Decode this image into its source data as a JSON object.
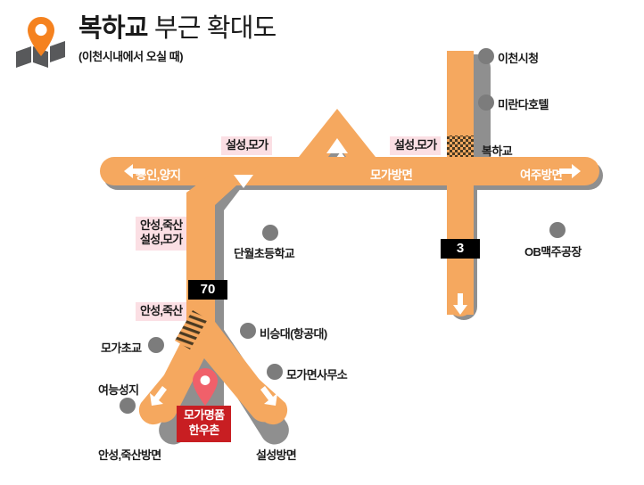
{
  "header": {
    "logo_icon": "map-pin-icon",
    "title_bold": "복하교",
    "title_rest": " 부근 확대도",
    "subtitle": "(이천시내에서 오실 때)"
  },
  "map": {
    "road_color": "#f5a85f",
    "road_shadow_color": "#8f8f8f",
    "sign_bg_color": "#fbdfe4",
    "poi_dot_color": "#7c7c7c",
    "shield_bg_color": "#000000",
    "destination_color": "#c81e22",
    "pin_color": "#f0606a",
    "bridge_hatch_color": "#4a3a22"
  },
  "pois": [
    {
      "name": "poi-icheon-city-hall",
      "label": "이천시청"
    },
    {
      "name": "poi-miranda-hotel",
      "label": "미란다호텔"
    },
    {
      "name": "poi-bokha-bridge",
      "label": "복하교"
    },
    {
      "name": "poi-ob-beer-factory",
      "label": "OB맥주공장"
    },
    {
      "name": "poi-danwol-elementary-school",
      "label": "단월초등학교"
    },
    {
      "name": "poi-biseungdae-airfield",
      "label": "비승대(항공대)"
    },
    {
      "name": "poi-moga-myeon-office",
      "label": "모가면사무소"
    },
    {
      "name": "poi-moga-elementary-school",
      "label": "모가초교"
    },
    {
      "name": "poi-yeoneung-holy-ground",
      "label": "여능성지"
    }
  ],
  "direction_signs": [
    {
      "name": "sign-seolseong-moga-upper",
      "lines": "설성,모가"
    },
    {
      "name": "sign-seolseong-moga-right",
      "lines": "설성,모가"
    },
    {
      "name": "sign-anseong-juksan-seolseong-moga",
      "line1": "안성,죽산",
      "line2": "설성,모가"
    },
    {
      "name": "sign-anseong-juksan",
      "lines": "안성,죽산"
    }
  ],
  "road_labels": [
    {
      "name": "road-label-yongin-yangji",
      "text": "용인,양지",
      "arrow": "left-arrow-icon"
    },
    {
      "name": "road-label-moga-direction",
      "text": "모가방면"
    },
    {
      "name": "road-label-yeoju-direction",
      "text": "여주방면",
      "arrow": "right-arrow-icon"
    }
  ],
  "route_shields": [
    {
      "name": "route-shield-70",
      "number": "70"
    },
    {
      "name": "route-shield-3",
      "number": "3"
    }
  ],
  "terminus_labels": [
    {
      "name": "terminus-anseong-juksan",
      "text": "안성,죽산방면"
    },
    {
      "name": "terminus-seolseong",
      "text": "설성방면"
    }
  ],
  "destination": {
    "name": "destination-moga-myeongpum-hanwoochon",
    "line1": "모가명품",
    "line2": "한우촌",
    "pin_icon": "location-pin-icon"
  }
}
